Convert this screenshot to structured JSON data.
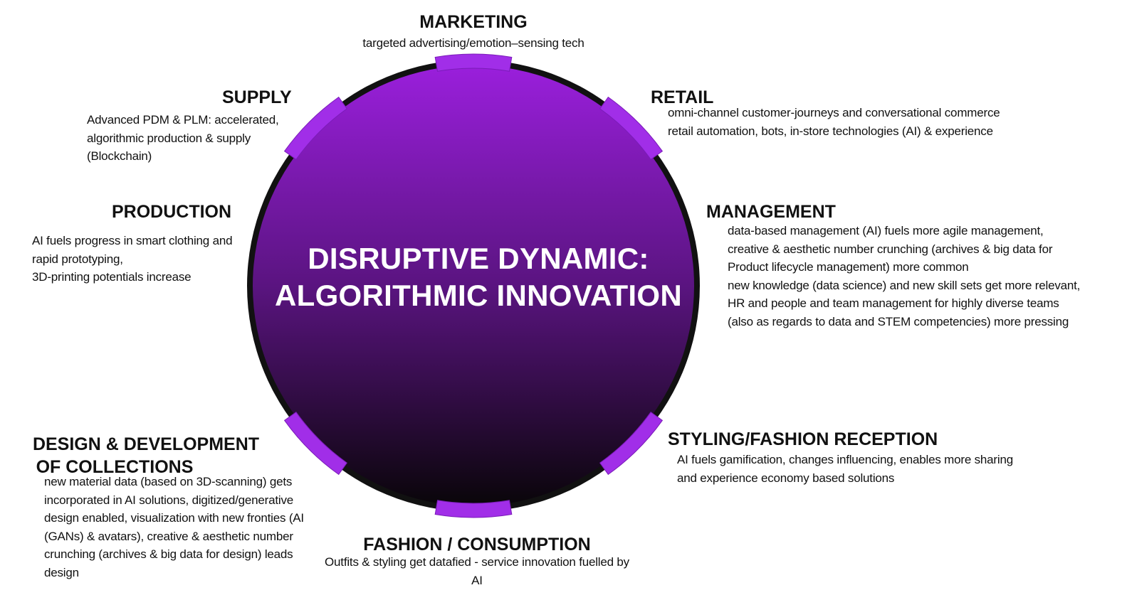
{
  "center": {
    "lines": [
      "DISRUPTIVE DYNAMIC:",
      "ALGORITHMIC INNOVATION"
    ]
  },
  "colors": {
    "circle_top": "#9a1fdc",
    "circle_mid": "#5a1480",
    "circle_bottom": "#090509",
    "ring": "#111111",
    "tab": "#a12ee8",
    "tab_dark": "#7a1bb8",
    "text": "#111111",
    "title": "#ffffff"
  },
  "sections": {
    "marketing": {
      "title": "MARKETING",
      "lines": [
        "targeted advertising/emotion–sensing tech"
      ]
    },
    "retail": {
      "title": "RETAIL",
      "lines": [
        "omni-channel customer-journeys and conversational commerce",
        "retail automation, bots, in-store technologies (AI) & experience"
      ]
    },
    "supply": {
      "title": "SUPPLY",
      "lines": [
        "Advanced PDM & PLM: accelerated,",
        "algorithmic production & supply",
        "(Blockchain)"
      ]
    },
    "production": {
      "title": "PRODUCTION",
      "lines": [
        "AI fuels progress in smart clothing and",
        "rapid prototyping,",
        "3D-printing potentials increase"
      ]
    },
    "management": {
      "title": "MANAGEMENT",
      "lines": [
        "data-based management (AI) fuels more agile management,",
        "creative & aesthetic number crunching (archives & big data for",
        "Product lifecycle management) more common",
        "new knowledge (data science) and new skill sets get more relevant,",
        "HR and people and team management for highly diverse teams",
        "(also as regards to data and STEM competencies) more pressing"
      ]
    },
    "styling": {
      "title": "STYLING/FASHION RECEPTION",
      "lines": [
        "AI fuels gamification, changes influencing, enables more sharing",
        "and experience economy based solutions"
      ]
    },
    "design": {
      "title_lines": [
        "DESIGN & DEVELOPMENT",
        "OF COLLECTIONS"
      ],
      "lines": [
        "new material data (based on 3D-scanning) gets",
        "incorporated in AI solutions, digitized/generative",
        "design enabled, visualization with new fronties (AI",
        "(GANs) & avatars),  creative & aesthetic number",
        "crunching (archives & big data for design) leads",
        "design"
      ]
    },
    "fashion": {
      "title": "FASHION / CONSUMPTION",
      "lines": [
        "Outfits & styling get datafied -  service innovation fuelled by",
        "AI"
      ]
    }
  }
}
